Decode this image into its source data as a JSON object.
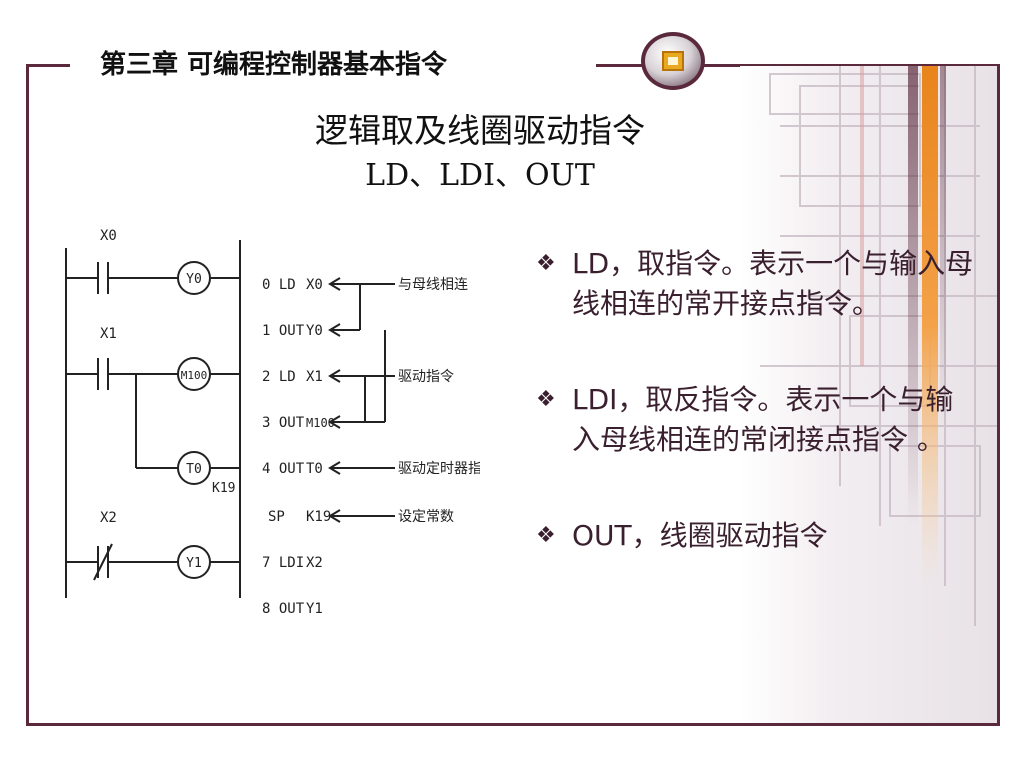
{
  "header": {
    "chapter_title": "第三章 可编程控制器基本指令"
  },
  "slide": {
    "title": "逻辑取及线圈驱动指令",
    "subtitle": "LD、LDI、OUT"
  },
  "diagram": {
    "contacts": [
      "X0",
      "X1",
      "X2"
    ],
    "coils": [
      "Y0",
      "M100",
      "T0",
      "Y1"
    ],
    "timer_const": "K19",
    "program": [
      {
        "step": "0 LD",
        "operand": "X0"
      },
      {
        "step": "1 OUT",
        "operand": "Y0"
      },
      {
        "step": "2 LD",
        "operand": "X1"
      },
      {
        "step": "3 OUT",
        "operand": "M100"
      },
      {
        "step": "4 OUT",
        "operand": "T0"
      },
      {
        "step": "SP",
        "operand": "K19"
      },
      {
        "step": "7 LDI",
        "operand": "X2"
      },
      {
        "step": "8 OUT",
        "operand": "Y1"
      }
    ],
    "annotations": [
      "与母线相连",
      "驱动指令",
      "驱动定时器指令",
      "设定常数"
    ]
  },
  "bullets": [
    {
      "marker": "❖",
      "text": "LD，取指令。表示一个与输入母线相连的常开接点指令。"
    },
    {
      "marker": "❖",
      "text": "LDI，取反指令。表示一个与输入母线相连的常闭接点指令 。"
    },
    {
      "marker": "❖",
      "text": "OUT，线圈驱动指令"
    }
  ],
  "colors": {
    "frame": "#5a2a3c",
    "bullet_text": "#3a1f2e",
    "accent_orange": "#e8841c"
  }
}
